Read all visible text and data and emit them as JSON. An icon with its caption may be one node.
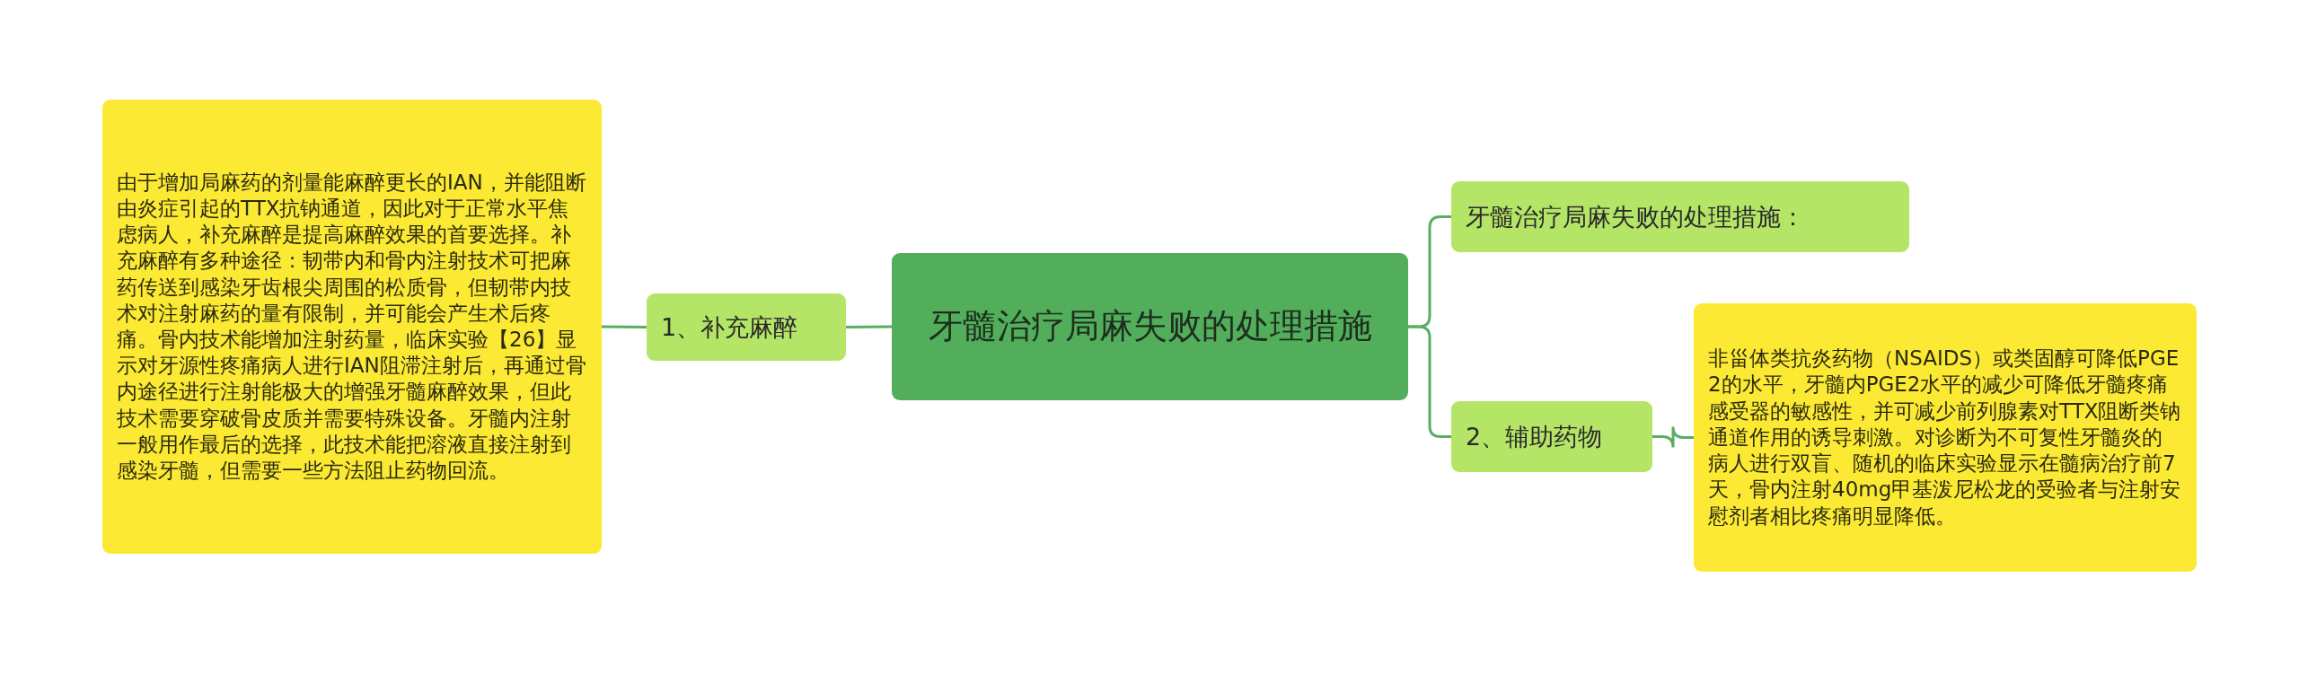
{
  "diagram": {
    "nodes": [
      {
        "text": [
          "牙髓治疗局麻失败的处理措施"
        ]
      },
      {
        "text": [
          "1、补充麻醉"
        ]
      },
      {
        "text": [
          "由于增加局麻药的剂量能麻醉更长的IAN，并能阻断由炎症引起的TTX抗钠通道，因此对于正常水平焦虑病人，补充麻醉是提高麻醉效果的首要选择。补充麻醉有多种途径：韧带内和骨内注射技术可把麻药传送到感染牙齿根尖周围的松质骨，但韧带内技术对注射麻药的量有限制，并可能会产生术后疼痛。骨内技术能增加注射药量，临床实验【26】显示对牙源性疼痛病人进行IAN阻滞注射后，再通过骨内途径进行注射能极大的增强牙髓麻醉效果，但此技术需要穿破骨皮质并需要特殊设备。牙髓内注射一般用作最后的选择，此技术能把溶液直接注射到感染牙髓，但需要一些方法阻止药物回流。"
        ]
      },
      {
        "text": [
          "牙髓治疗局麻失败的处理措施："
        ]
      },
      {
        "text": [
          "2、辅助药物"
        ]
      },
      {
        "text": [
          "非甾体类抗炎药物（NSAIDS）或类固醇可降低PGE2的水平，牙髓内PGE2水平的减少可降低牙髓疼痛感受器的敏感性，并可减少前列腺素对TTX阻断类钠通道作用的诱导刺激。对诊断为不可复性牙髓炎的病人进行双盲、随机的临床实验显示在髓病治疗前7天，骨内注射40mg甲基泼尼松龙的受验者与注射安慰剂者相比疼痛明显降低。"
        ]
      }
    ],
    "edges": [
      {
        "from": 0,
        "to": 1,
        "arrow": "none"
      },
      {
        "from": 1,
        "to": 2,
        "arrow": "none"
      },
      {
        "from": 0,
        "to": 3,
        "arrow": "none"
      },
      {
        "from": 0,
        "to": 4,
        "arrow": "none"
      },
      {
        "from": 4,
        "to": 5,
        "arrow": "none"
      }
    ]
  }
}
